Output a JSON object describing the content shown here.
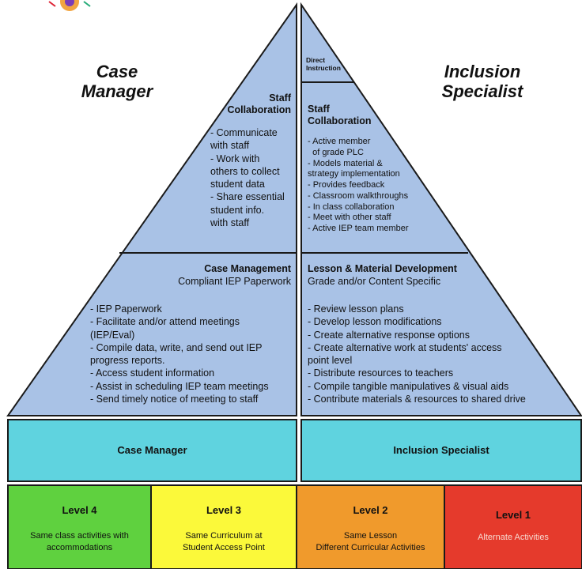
{
  "left_title": "Case\nManager",
  "right_title": "Inclusion\nSpecialist",
  "direct_instruction": "Direct\nInstruction",
  "left_staff": {
    "heading": "Staff\nCollaboration",
    "items": "- Communicate\nwith staff\n- Work with\nothers to collect\nstudent data\n- Share essential\nstudent info.\nwith staff"
  },
  "right_staff": {
    "heading": "Staff\nCollaboration",
    "items": "- Active member\n  of grade PLC\n- Models material &\nstrategy implementation\n- Provides feedback\n- Classroom walkthroughs\n- In class collaboration\n- Meet with other staff\n- Active IEP team member"
  },
  "left_bottom": {
    "heading": "Case Management",
    "subheading": "Compliant IEP Paperwork",
    "items": "- IEP Paperwork\n- Facilitate and/or attend meetings\n(IEP/Eval)\n- Compile data, write, and send out IEP\nprogress reports.\n- Access student information\n- Assist in scheduling IEP team meetings\n- Send timely notice of meeting to staff"
  },
  "right_bottom": {
    "heading": "Lesson & Material Development",
    "subheading": "Grade and/or Content Specific",
    "items": "- Review lesson plans\n- Develop lesson modifications\n- Create alternative response options\n- Create alternative work at students' access\npoint level\n- Distribute resources to teachers\n- Compile tangible manipulatives & visual aids\n- Contribute materials & resources to shared drive"
  },
  "band": {
    "left": "Case Manager",
    "right": "Inclusion Specialist"
  },
  "levels": [
    {
      "title": "Level 4",
      "desc": "Same class activities with\naccommodations",
      "color": "#5fd13f"
    },
    {
      "title": "Level 3",
      "desc": "Same Curriculum at\nStudent Access Point",
      "color": "#fbf93a"
    },
    {
      "title": "Level 2",
      "desc": "Same Lesson\nDifferent Curricular Activities",
      "color": "#f09a2c"
    },
    {
      "title": "Level 1",
      "desc": "Alternate Activities",
      "color": "#e53a2c"
    }
  ],
  "colors": {
    "pyramid": "#a9c2e6",
    "band": "#5fd3df",
    "outline": "#1a1a1a"
  }
}
